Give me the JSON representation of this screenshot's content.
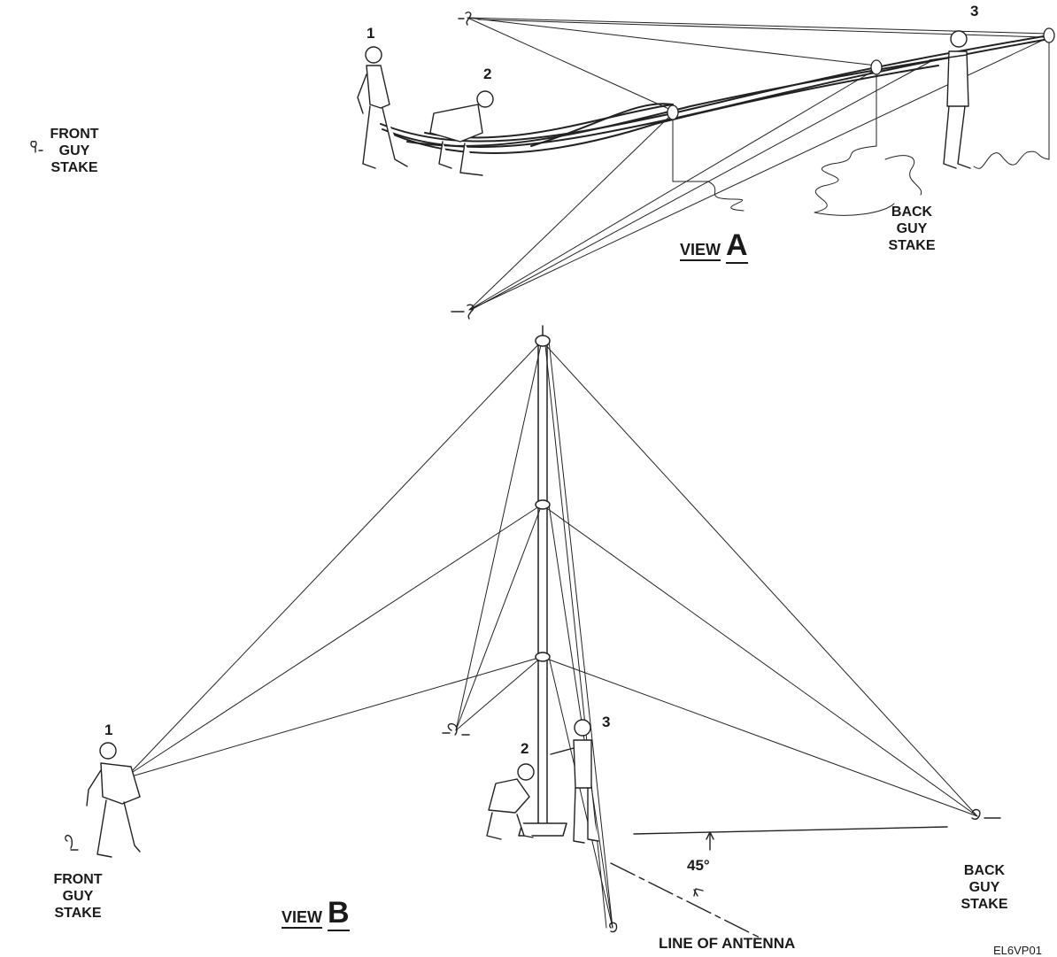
{
  "view_a": {
    "view_word": "VIEW",
    "view_letter": "A",
    "front_stake": [
      "FRONT",
      "GUY",
      "STAKE"
    ],
    "back_stake": [
      "BACK",
      "GUY",
      "STAKE"
    ],
    "soldiers": [
      "1",
      "2",
      "3"
    ]
  },
  "view_b": {
    "view_word": "VIEW",
    "view_letter": "B",
    "front_stake": [
      "FRONT",
      "GUY",
      "STAKE"
    ],
    "back_stake": [
      "BACK",
      "GUY",
      "STAKE"
    ],
    "soldiers": [
      "1",
      "2",
      "3"
    ],
    "angle": "45°",
    "line_label": "LINE OF ANTENNA"
  },
  "figure_code": "EL6VP01"
}
